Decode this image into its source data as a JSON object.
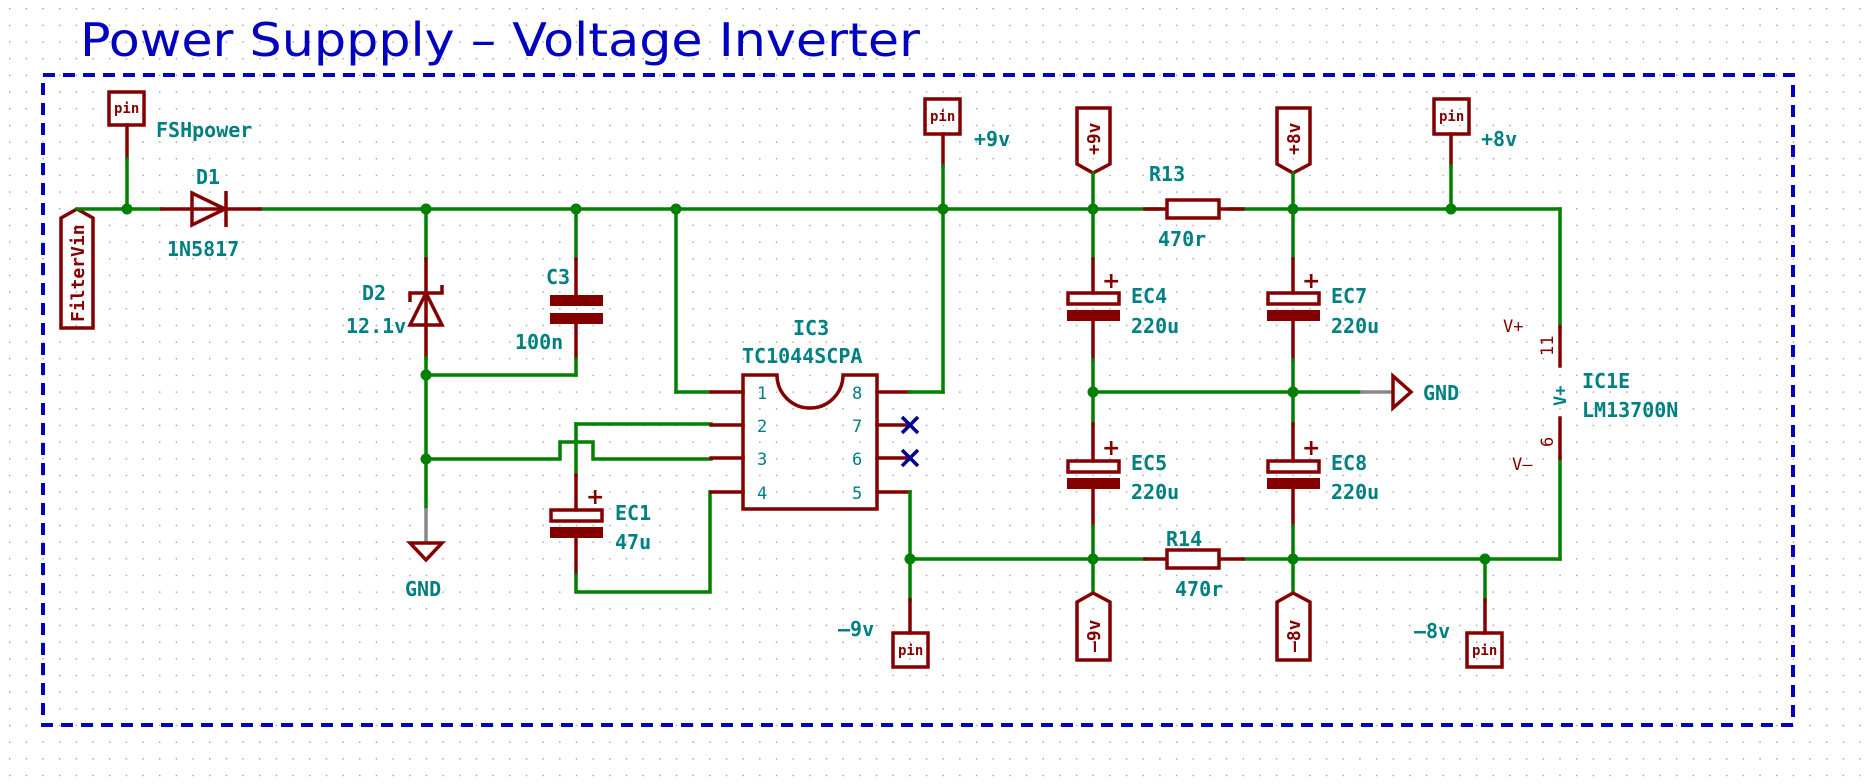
{
  "sheet": {
    "title": "Power Suppply – Voltage Inverter",
    "colors": {
      "wire": "#008000",
      "component": "#840000",
      "label_text": "#008080",
      "border": "#0000c0",
      "no_connect": "#000090",
      "background": "#ffffff"
    }
  },
  "connectors": {
    "filter_vin": "FilterVin",
    "pin_text": "pin",
    "fsh_power": "FSHpower",
    "plus9_pin_label": "+9v",
    "plus8_pin_label": "+8v",
    "minus9_pin_label": "–9v",
    "minus8_pin_label": "–8v"
  },
  "power_flags": {
    "plus9": "+9v",
    "plus8": "+8v",
    "minus9": "–9v",
    "minus8": "–8v",
    "gnd_left": "GND",
    "gnd_mid": "GND"
  },
  "components": {
    "d1": {
      "ref": "D1",
      "value": "1N5817"
    },
    "d2": {
      "ref": "D2",
      "value": "12.1v"
    },
    "c3": {
      "ref": "C3",
      "value": "100n"
    },
    "ec1": {
      "ref": "EC1",
      "value": "47u"
    },
    "ic3": {
      "ref": "IC3",
      "value": "TC1044SCPA",
      "pins": [
        "1",
        "2",
        "3",
        "4",
        "5",
        "6",
        "7",
        "8"
      ]
    },
    "r13": {
      "ref": "R13",
      "value": "470r"
    },
    "r14": {
      "ref": "R14",
      "value": "470r"
    },
    "ec4": {
      "ref": "EC4",
      "value": "220u"
    },
    "ec5": {
      "ref": "EC5",
      "value": "220u"
    },
    "ec7": {
      "ref": "EC7",
      "value": "220u"
    },
    "ec8": {
      "ref": "EC8",
      "value": "220u"
    },
    "ic1e": {
      "ref": "IC1E",
      "value": "LM13700N",
      "pin_top_num": "11",
      "pin_top_name": "V+",
      "pin_bot_num": "6",
      "pin_bot_name": "V–",
      "body_label": "V+"
    }
  },
  "polarity_mark": "+"
}
